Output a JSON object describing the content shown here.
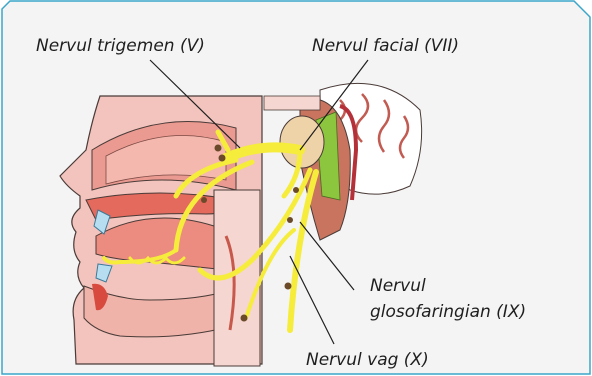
{
  "labels": {
    "trigeminal": "Nervul trigemen (V)",
    "facial": "Nervul facial (VII)",
    "glosso_line1": "Nervul",
    "glosso_line2": "glosofaringian (IX)",
    "vagus": "Nervul vag (X)"
  },
  "colors": {
    "frame": "#3aa6c9",
    "background": "#f4f4f4",
    "skin": "#f2c4bd",
    "muscle": "#e36a5c",
    "nerve": "#f5ec3c",
    "brain": "#c8745e",
    "ear": "#efd3a8",
    "green": "#8cc63f"
  }
}
